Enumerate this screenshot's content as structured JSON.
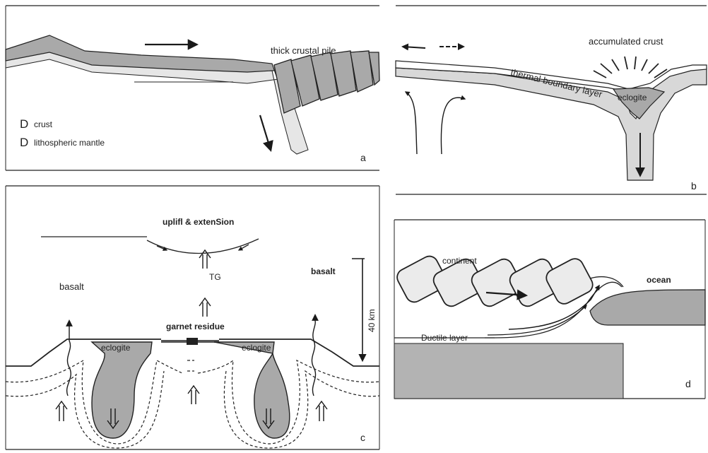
{
  "colors": {
    "crust_fill": "#a9a9a9",
    "mantle_fill": "#d8d8d8",
    "ink": "#1a1a1a",
    "background": "#ffffff"
  },
  "panel_a": {
    "letter": "a",
    "label_thick_crustal_pile": "thick crustal pile",
    "legend": [
      {
        "marker": "D",
        "label": "crust"
      },
      {
        "marker": "D",
        "label": "lithospheric mantle"
      }
    ]
  },
  "panel_b": {
    "letter": "b",
    "label_accumulated_crust": "accumulated crust",
    "label_thermal_boundary_layer": "thermal boundary layer",
    "label_eclogite": "eclogite"
  },
  "panel_c": {
    "letter": "c",
    "label_uplift_extension": "uplifl & extenSion",
    "label_tg": "TG",
    "label_basalt_left": "basalt",
    "label_basalt_right": "basalt",
    "label_garnet_residue": "garnet residue",
    "label_eclogite_left": "eclogite",
    "label_eclogite_right": "eclogite",
    "label_depth": "40 km"
  },
  "panel_d": {
    "letter": "d",
    "label_continent": "continent",
    "label_ocean": "ocean",
    "label_ductile_layer": "Ductile layer"
  }
}
